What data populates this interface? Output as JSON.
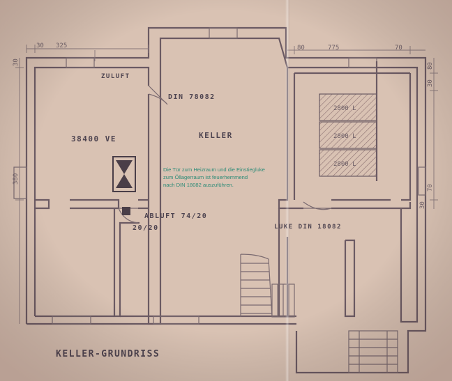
{
  "labels": {
    "zuluft": "ZULUFT",
    "din_door": "DIN 78082",
    "keller": "KELLER",
    "boiler": "38400 VE",
    "abluft": "ABLUFT 74/20",
    "duct": "20/20",
    "luke": "LUKE DIN 18082",
    "title": "KELLER-GRUNDRISS"
  },
  "tanks": [
    "2800 L",
    "2800 L",
    "2800 L"
  ],
  "note_lines": [
    "Die Tür zum Heizraum und die Einstiegluke",
    "zum Öllagerraum ist feuerhemmend",
    "nach DIN 18082 auszuführen."
  ],
  "dimensions": {
    "top_left": [
      "30",
      "325"
    ],
    "top_right": [
      "80",
      "775",
      "70"
    ],
    "left_side": "380",
    "left_small": "30",
    "right_side": [
      "80",
      "30",
      "70"
    ],
    "right_small": "30"
  },
  "colors": {
    "paper": "#d9c2b3",
    "ink": "#6b5a63",
    "note": "#2e8c78"
  }
}
